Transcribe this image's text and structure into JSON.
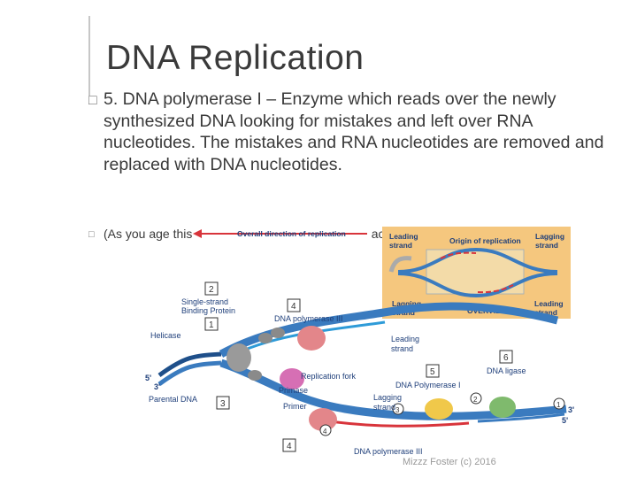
{
  "slide": {
    "title": "DNA Replication",
    "bullets": [
      {
        "icon": "square-bullet-icon",
        "glyph": "□",
        "text": "5. DNA polymerase I – Enzyme which reads over the newly synthesized DNA looking for mistakes and left over RNA nucleotides. The mistakes and RNA nucleotides are removed and replaced with DNA nucleotides."
      },
      {
        "icon": "square-bullet-icon",
        "glyph": "□",
        "text": "(As you age this enzyme becomes less and less accurate, going more mistakes)"
      }
    ],
    "credit": "Mizzz Foster (c) 2016"
  },
  "diagram": {
    "overall_direction": "Overall direction of replication",
    "overview_title": "OVERVIEW",
    "overview_labels": {
      "leading_tl": [
        "Leading",
        "strand"
      ],
      "origin": "Origin of replication",
      "lagging_tr": [
        "Lagging",
        "strand"
      ],
      "lagging_bl": [
        "Lagging",
        "strand"
      ],
      "leading_br": [
        "Leading",
        "strand"
      ]
    },
    "labels": {
      "ssb": [
        "Single-strand",
        "Binding Protein"
      ],
      "helicase": "Helicase",
      "pol3_top": "DNA polymerase III",
      "leading_strand": [
        "Leading",
        "strand"
      ],
      "replication_fork": "Replication fork",
      "primase": "Primase",
      "primer": "Primer",
      "parental_dna": "Parental DNA",
      "pol1": "DNA Polymerase I",
      "lagging_strand": [
        "Lagging",
        "strand"
      ],
      "dna_ligase": "DNA ligase",
      "pol3_bottom": "DNA polymerase III",
      "five_prime_left": "5'",
      "three_prime_left": "3'",
      "three_prime_right": "3'",
      "five_prime_right": "5'"
    },
    "numbers": {
      "n1": "1",
      "n2": "2",
      "n3": "3",
      "n4a": "4",
      "n4b": "4",
      "n5": "5",
      "n6": "6",
      "c1": "1",
      "c2": "2",
      "c3": "3",
      "c4": "4"
    },
    "colors": {
      "strand_blue": "#3a7bbf",
      "strand_dark": "#1e4f8a",
      "overview_bg": "#f5c77e",
      "new_strand_red": "#d8343b",
      "enzyme_pink": "#e3868a",
      "enzyme_green": "#7fba6d"
    }
  }
}
